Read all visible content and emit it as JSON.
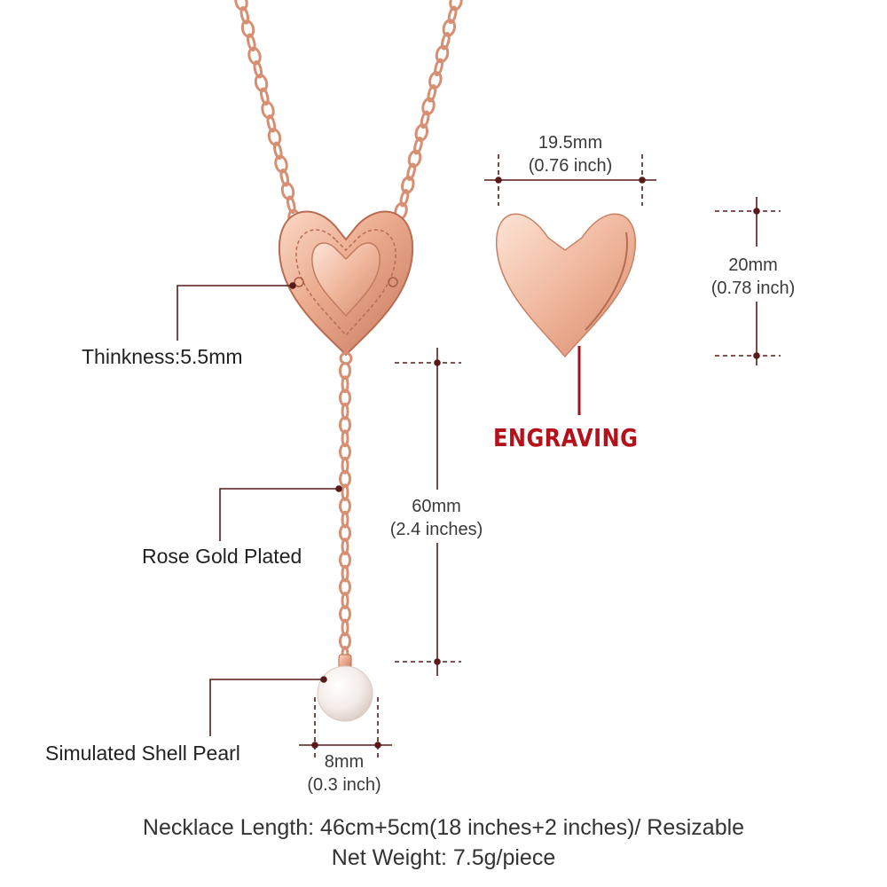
{
  "features": {
    "thickness": "Thinkness:5.5mm",
    "plating": "Rose Gold Plated",
    "pearl": "Simulated Shell Pearl"
  },
  "dimensions": {
    "width_mm": "19.5mm",
    "width_in": "(0.76 inch)",
    "height_mm": "20mm",
    "height_in": "(0.78 inch)",
    "drop_mm": "60mm",
    "drop_in": "(2.4 inches)",
    "pearl_mm": "8mm",
    "pearl_in": "(0.3 inch)"
  },
  "engraving_label": "ENGRAVING",
  "footer": {
    "length": "Necklace Length: 46cm+5cm(18 inches+2 inches)/ Resizable",
    "weight": "Net Weight: 7.5g/piece"
  },
  "colors": {
    "rose_gold": "#e8a98e",
    "rose_gold_dark": "#c97a5e",
    "accent_line": "#5a1a1a",
    "engraving_red": "#b3121b"
  }
}
